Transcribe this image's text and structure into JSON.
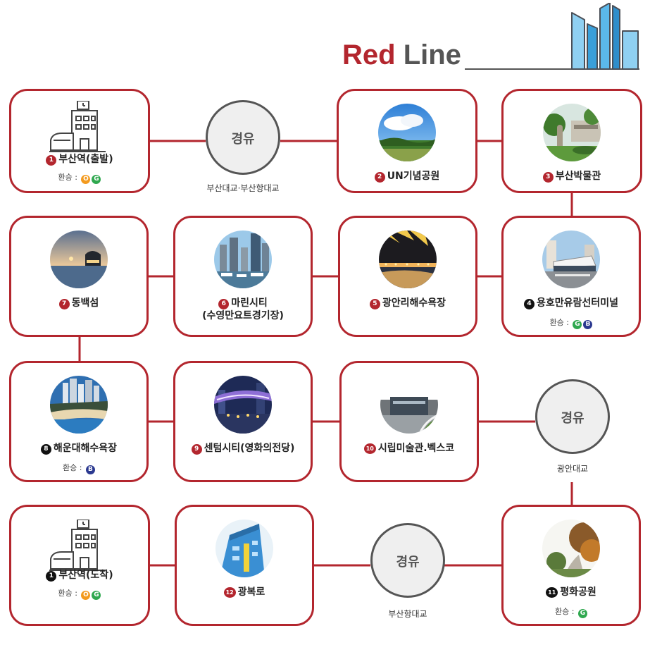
{
  "title": {
    "word1": "Red",
    "word2": "Line"
  },
  "stops": {
    "busan_station_start": {
      "number": "1",
      "name": "부산역(출발)",
      "transfer_label": "환승 :",
      "transfers": [
        "O",
        "G"
      ]
    },
    "un_memorial": {
      "number": "2",
      "name": "UN기념공원"
    },
    "busan_museum": {
      "number": "3",
      "name": "부산박물관"
    },
    "yongho_terminal": {
      "number": "4",
      "name": "용호만유람선터미널",
      "transfer_label": "환승 :",
      "transfers": [
        "G",
        "B"
      ]
    },
    "gwangalli": {
      "number": "5",
      "name": "광안리해수욕장"
    },
    "marine_city": {
      "number": "6",
      "name_line1": "마린시티",
      "name_line2": "(수영만요트경기장)"
    },
    "dongbaek": {
      "number": "7",
      "name": "동백섬"
    },
    "haeundae": {
      "number": "8",
      "name": "해운대해수욕장",
      "transfer_label": "환승 :",
      "transfers": [
        "B"
      ]
    },
    "centum": {
      "number": "9",
      "name": "센텀시티(영화의전당)"
    },
    "art_museum": {
      "number": "10",
      "name": "시립미술관.벡스코"
    },
    "peace_park": {
      "number": "11",
      "name": "평화공원",
      "transfer_label": "환승 :",
      "transfers": [
        "G"
      ]
    },
    "gwangbok": {
      "number": "12",
      "name": "광복로"
    },
    "busan_station_end": {
      "number": "1",
      "name": "부산역(도착)",
      "transfer_label": "환승 :",
      "transfers": [
        "O",
        "G"
      ]
    }
  },
  "via": {
    "via1": {
      "label": "경유",
      "caption": "부산대교·부산항대교"
    },
    "via2": {
      "label": "경유",
      "caption": "광안대교"
    },
    "via3": {
      "label": "경유",
      "caption": "부산항대교"
    }
  },
  "colors": {
    "line": "#b3262e",
    "via_border": "#555555",
    "transfer_O": "#f39a1e",
    "transfer_G": "#2fa84f",
    "transfer_B": "#2b3990"
  }
}
